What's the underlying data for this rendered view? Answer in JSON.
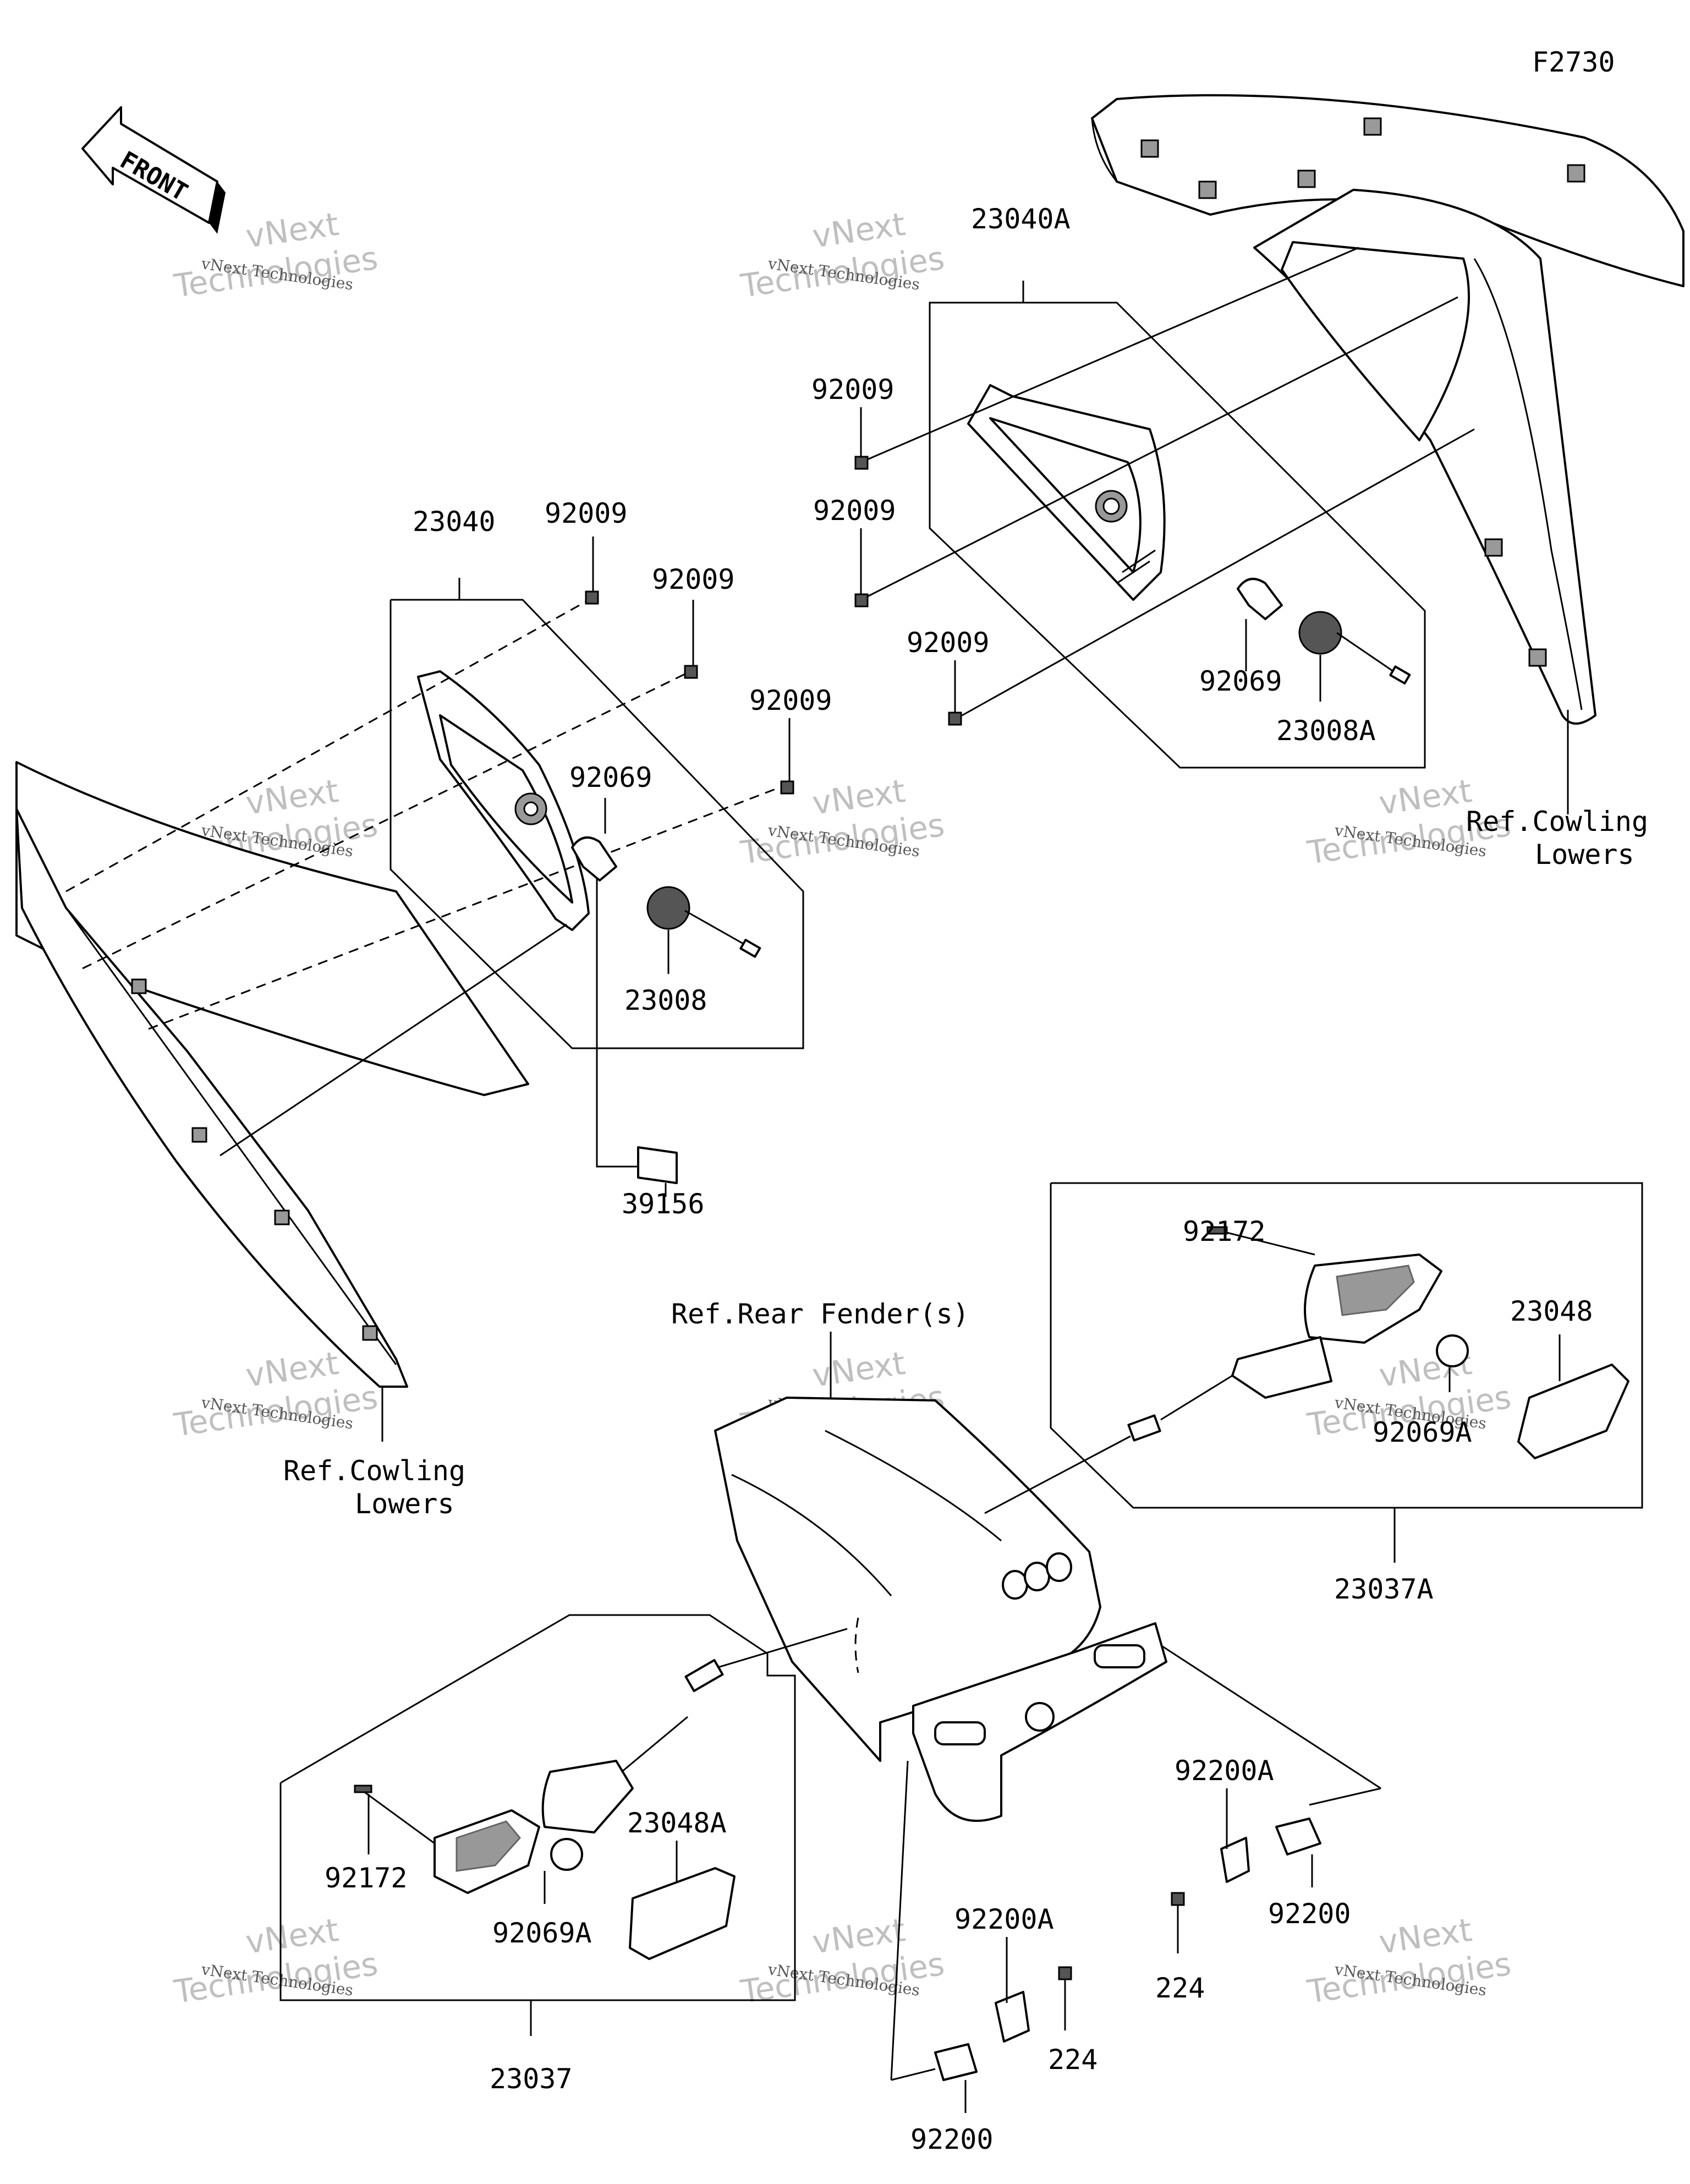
{
  "diagram": {
    "code": "F2730",
    "front_label": "FRONT",
    "watermark": {
      "line1": "vNext",
      "line2": "Technologies",
      "small": "vNext Technologies"
    },
    "labels": {
      "p23040A": "23040A",
      "p23040": "23040",
      "p92009_a": "92009",
      "p92009_b": "92009",
      "p92009_c": "92009",
      "p92009_d": "92009",
      "p92009_e": "92009",
      "p92009_f": "92009",
      "p92069_a": "92069",
      "p92069_b": "92069",
      "p23008A": "23008A",
      "p23008": "23008",
      "p39156": "39156",
      "ref_cowling_right_1": "Ref.Cowling",
      "ref_cowling_right_2": "Lowers",
      "ref_cowling_left_1": "Ref.Cowling",
      "ref_cowling_left_2": "Lowers",
      "ref_rear_fender": "Ref.Rear Fender(s)",
      "p92172_a": "92172",
      "p92172_b": "92172",
      "p23048": "23048",
      "p92069A_a": "92069A",
      "p92069A_b": "92069A",
      "p23037A": "23037A",
      "p23037": "23037",
      "p23048A": "23048A",
      "p92200A_a": "92200A",
      "p92200A_b": "92200A",
      "p92200_a": "92200",
      "p92200_b": "92200",
      "p224_a": "224",
      "p224_b": "224"
    }
  }
}
